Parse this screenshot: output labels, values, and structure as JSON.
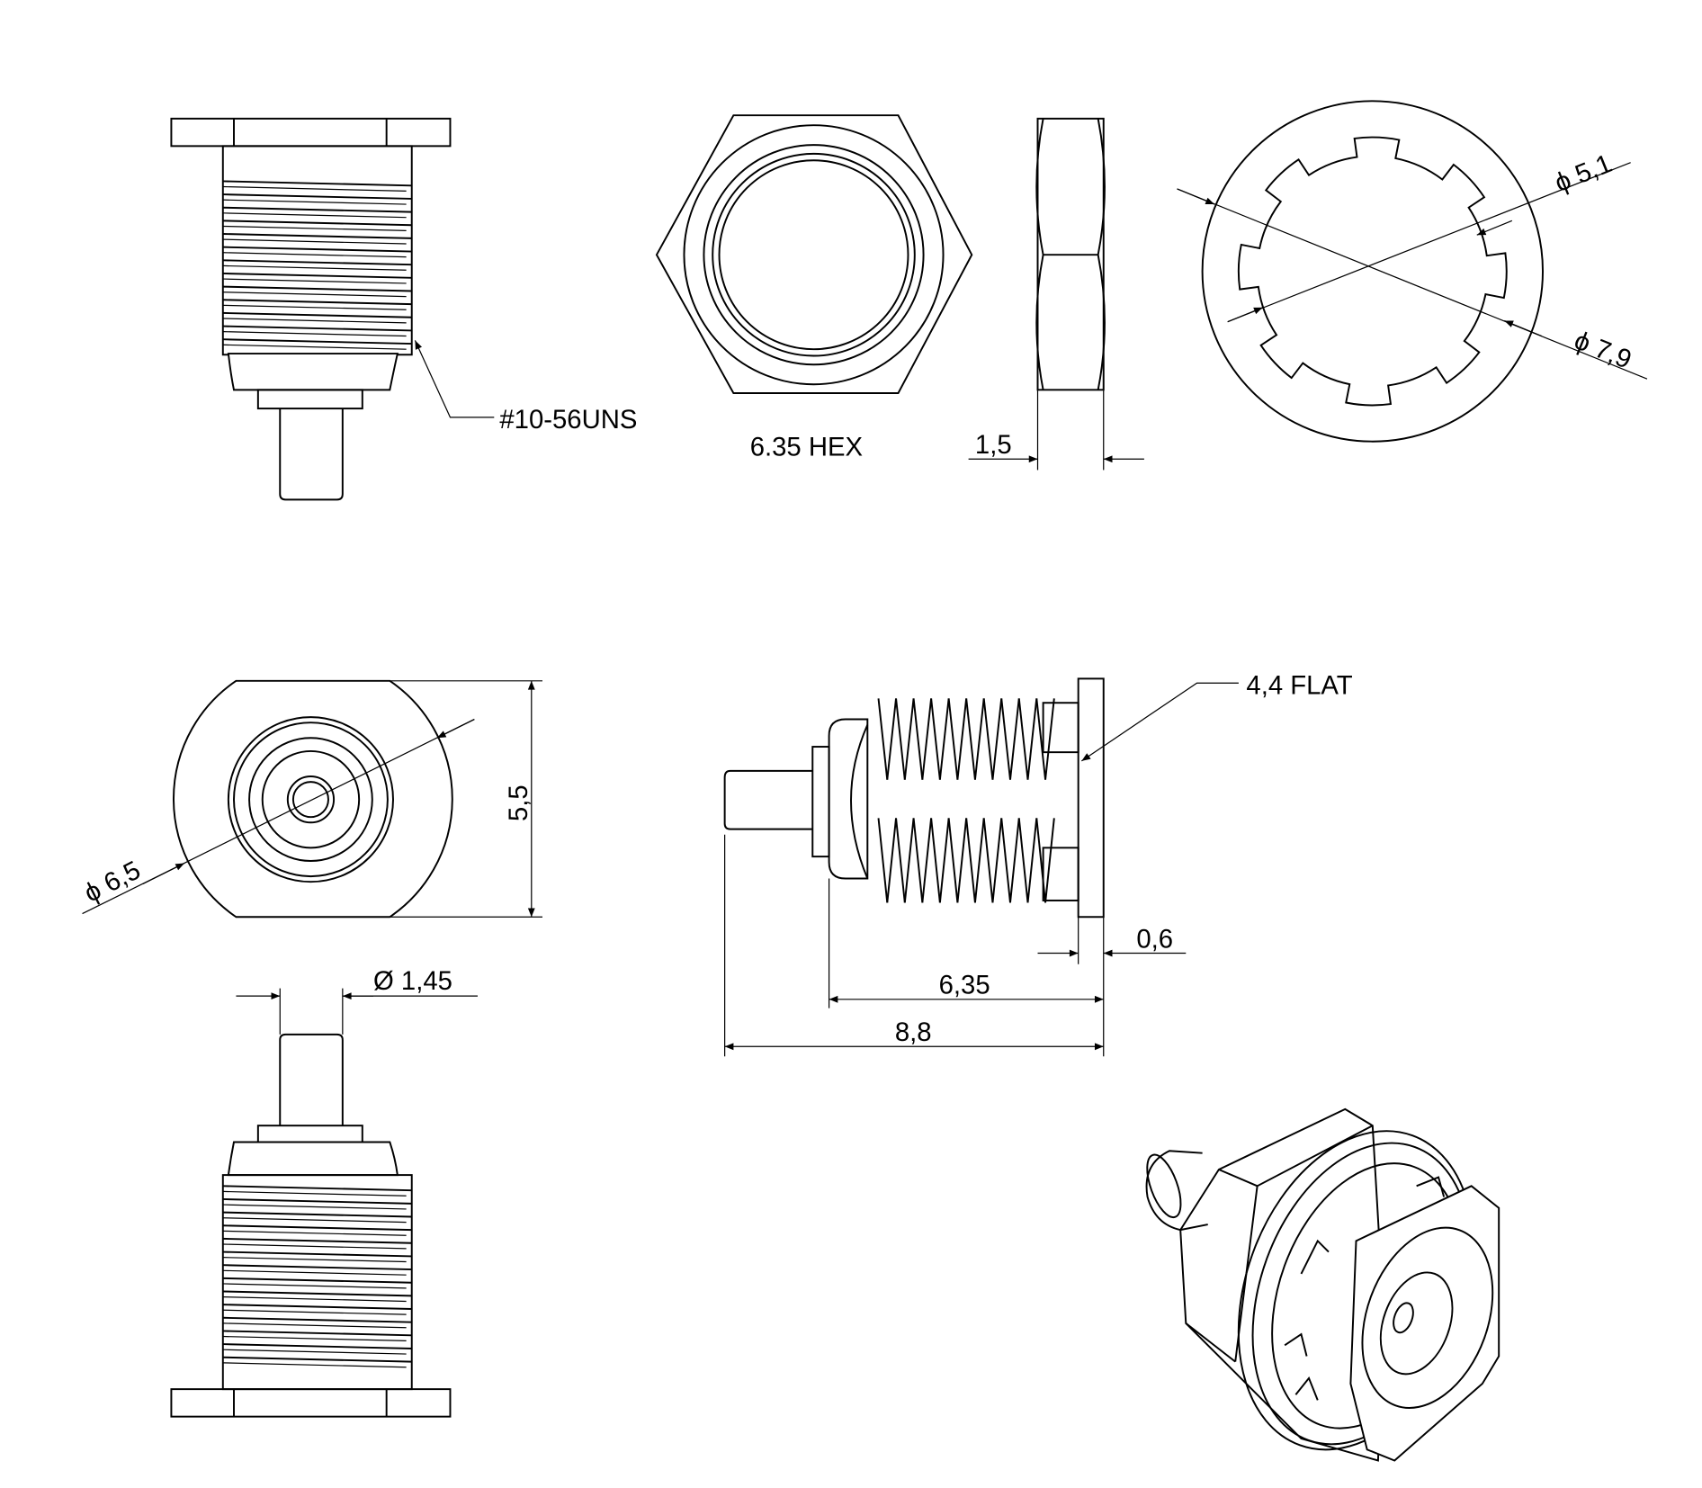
{
  "labels": {
    "thread": "#10-56UNS",
    "hex": "6.35 HEX",
    "nut_thickness": "1,5",
    "washer_inner": "ϕ 5,1",
    "washer_outer": "ϕ 7,9",
    "flange_dia": "ϕ 6,5",
    "flange_height": "5,5",
    "flat": "4,4 FLAT",
    "flange_thickness": "0,6",
    "body_length": "6,35",
    "total_length": "8,8",
    "pin_dia": "Ø 1,45"
  },
  "colors": {
    "line": "#000000",
    "background": "#ffffff"
  }
}
